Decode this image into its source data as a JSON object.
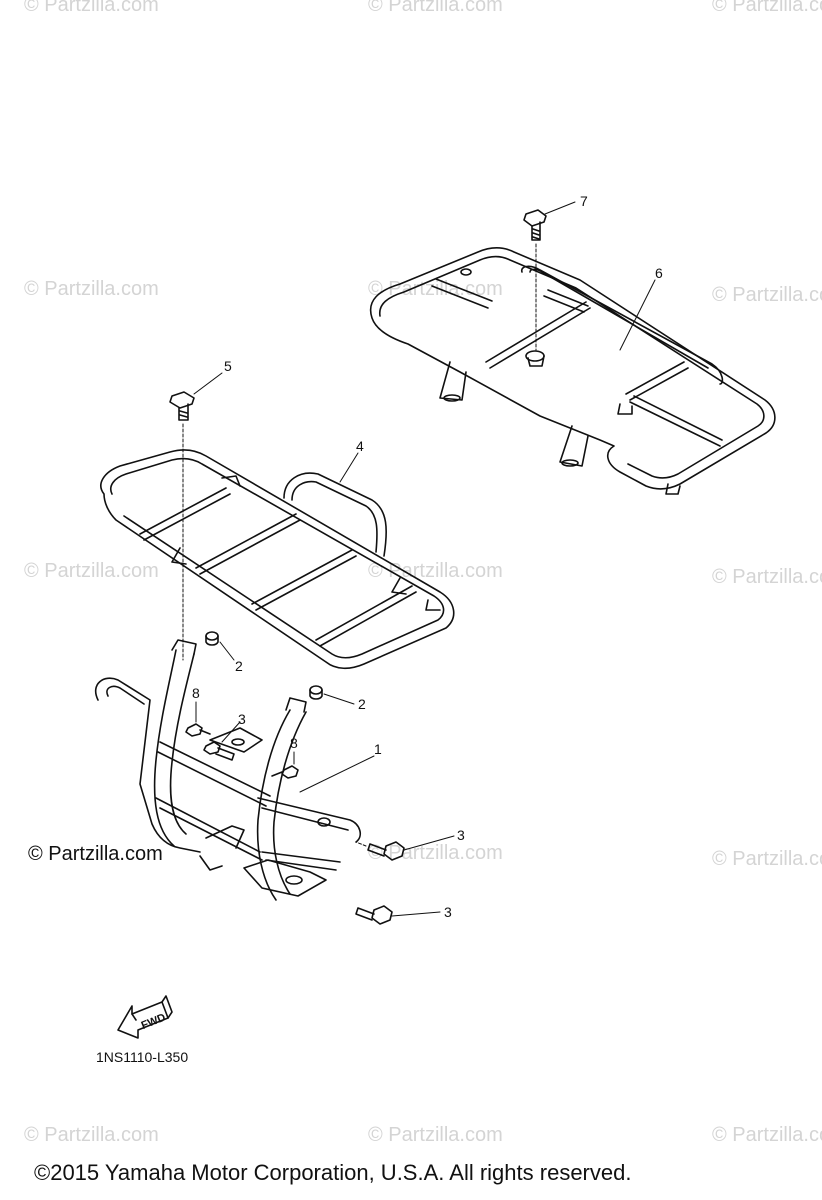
{
  "watermark_text": "© Partzilla.com",
  "brand_stamp": "© Partzilla.com",
  "fwd_label": "FWD",
  "diagram_code": "1NS1110-L350",
  "copyright": "©2015  Yamaha Motor Corporation, U.S.A. All rights reserved.",
  "callouts": {
    "c1": "1",
    "c2a": "2",
    "c2b": "2",
    "c3a": "3",
    "c3b": "3",
    "c3c": "3",
    "c4": "4",
    "c5": "5",
    "c6": "6",
    "c7": "7",
    "c8a": "8",
    "c8b": "8"
  }
}
